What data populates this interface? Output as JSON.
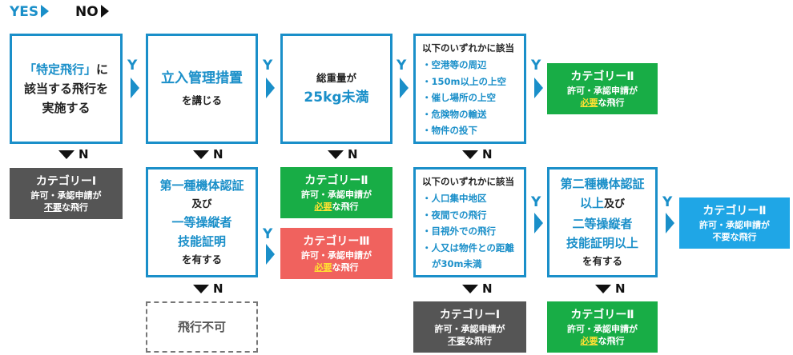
{
  "legend": {
    "yes": "YES",
    "no": "NO"
  },
  "connector": {
    "y": "Y",
    "n": "N"
  },
  "q1": {
    "line1": "「特定飛行」",
    "line1b": "に",
    "line2": "該当する飛行を",
    "line3": "実施する"
  },
  "q2": {
    "line1": "立入管理措置",
    "line2": "を講じる"
  },
  "q3": {
    "line1": "総重量が",
    "line2": "25kg未満"
  },
  "q4": {
    "head": "以下のいずれかに該当",
    "items": [
      "・空港等の周辺",
      "・150m以上の上空",
      "・催し場所の上空",
      "・危険物の輸送",
      "・物件の投下"
    ]
  },
  "q5": {
    "line1": "第一種機体認証",
    "line2": "及び",
    "line3": "一等操縦者",
    "line4": "技能証明",
    "line5": "を有する"
  },
  "q6": {
    "head": "以下のいずれかに該当",
    "items": [
      "・人口集中地区",
      "・夜間での飛行",
      "・目視外での飛行",
      "・人又は物件との距離",
      "が30m未満"
    ]
  },
  "q7": {
    "line1": "第二種機体認証",
    "line2a": "以上",
    "line2b": "及び",
    "line3": "二等操縦者",
    "line4": "技能証明以上",
    "line5": "を有する"
  },
  "q8": {
    "label": "飛行不可"
  },
  "cat": {
    "c1": {
      "title": "カテゴリーⅠ",
      "sub": "許可・承認申請が",
      "pre": "",
      "em": "不要",
      "post": "な飛行"
    },
    "c2": {
      "title": "カテゴリーⅡ",
      "sub": "許可・承認申請が",
      "em": "必要",
      "post": "な飛行"
    },
    "c3": {
      "title": "カテゴリーⅢ",
      "sub": "許可・承認申請が",
      "em": "必要",
      "post": "な飛行"
    },
    "c2free": {
      "title": "カテゴリーⅡ",
      "sub": "許可・承認申請が",
      "full": "不要な飛行"
    }
  },
  "colors": {
    "blue": "#1a8fc9",
    "green": "#18ad46",
    "red": "#f0625e",
    "gray": "#555555",
    "cyan": "#1fa6e6",
    "highlight": "#ffe033"
  }
}
